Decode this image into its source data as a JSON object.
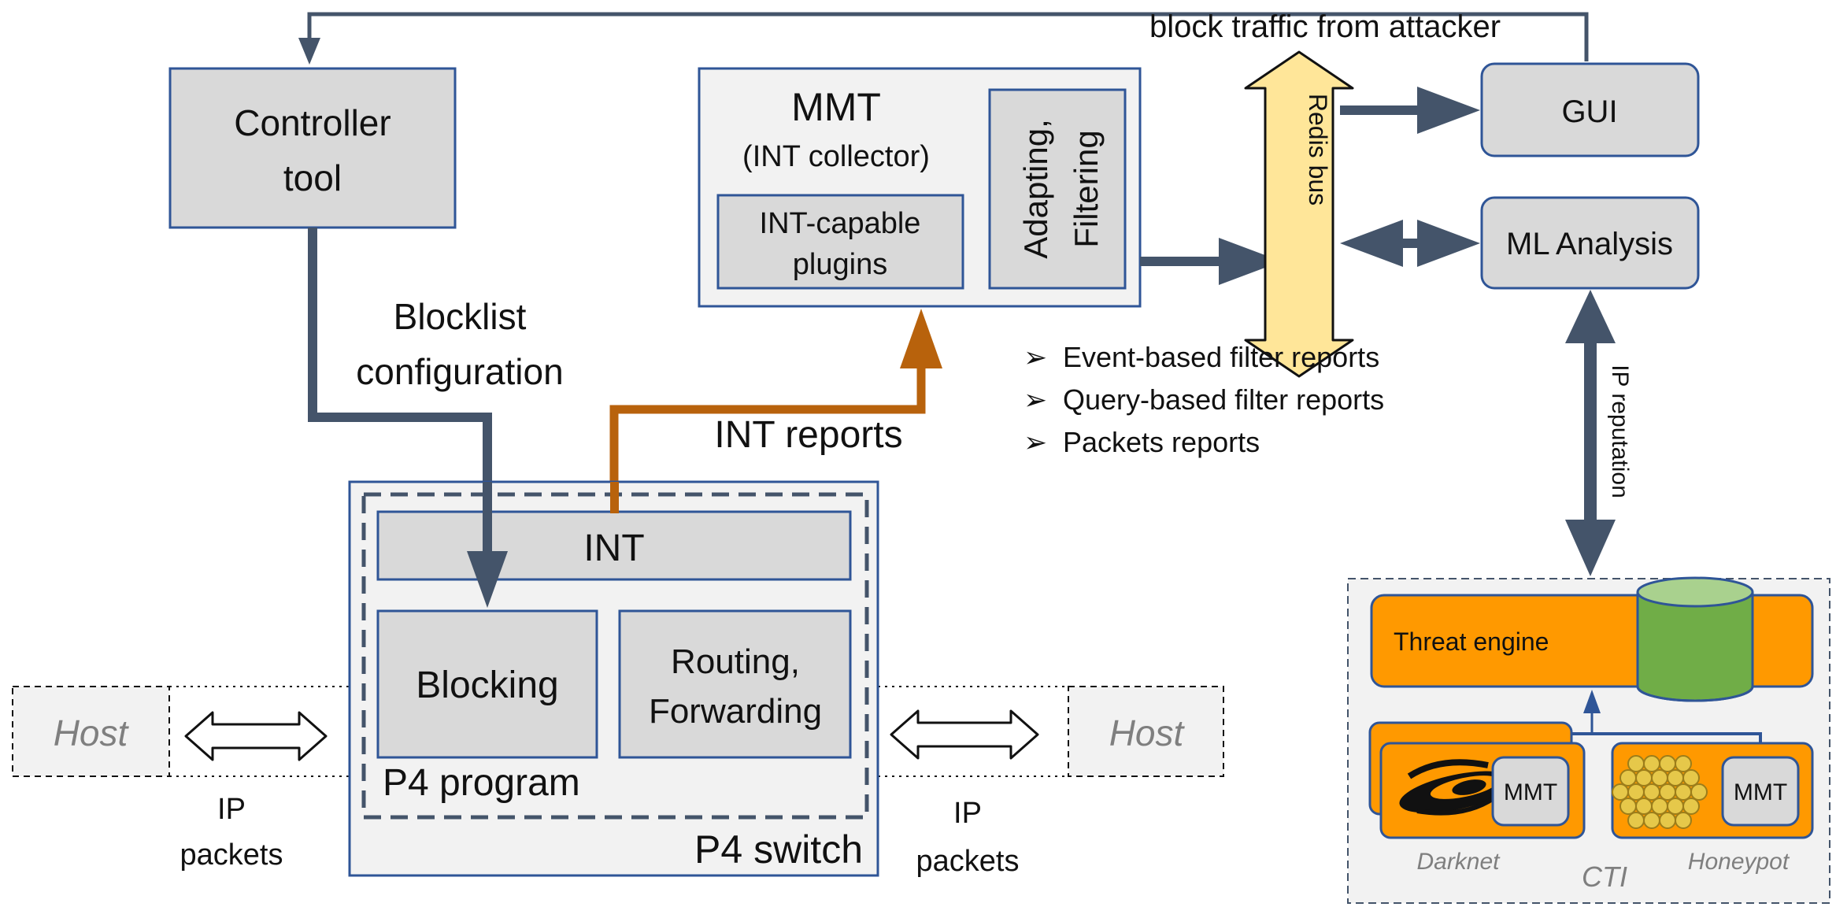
{
  "top_feedback": {
    "label": "block traffic from attacker"
  },
  "controller": {
    "line1": "Controller",
    "line2": "tool"
  },
  "blocklist": {
    "line1": "Blocklist",
    "line2": "configuration"
  },
  "mmt": {
    "title": "MMT",
    "subtitle": "(INT collector)",
    "plugins_line1": "INT-capable",
    "plugins_line2": "plugins",
    "adapting_line1": "Adapting,",
    "adapting_line2": "Filtering"
  },
  "redis": {
    "label": "Redis bus"
  },
  "gui": {
    "label": "GUI"
  },
  "ml": {
    "label": "ML Analysis"
  },
  "reports": {
    "bullet": "➢",
    "items": [
      "Event-based filter reports",
      "Query-based filter reports",
      "Packets reports"
    ]
  },
  "int_reports": {
    "label": "INT reports"
  },
  "ip_reputation": {
    "label": "IP reputation"
  },
  "switch": {
    "int": "INT",
    "blocking": "Blocking",
    "routing_line1": "Routing,",
    "routing_line2": "Forwarding",
    "p4_program": "P4 program",
    "p4_switch": "P4 switch"
  },
  "hosts": {
    "left": "Host",
    "right": "Host",
    "left_pkts_line1": "IP",
    "left_pkts_line2": "packets",
    "right_pkts_line1": "IP",
    "right_pkts_line2": "packets"
  },
  "cti": {
    "threat_engine": "Threat engine",
    "darknet_mmt": "MMT",
    "honeypot_mmt": "MMT",
    "darknet": "Darknet",
    "honeypot": "Honeypot",
    "label": "CTI"
  },
  "colors": {
    "navy": "#44546a",
    "box_border": "#2f5597",
    "box_fill": "#d9d9d9",
    "panel_fill": "#f2f2f2",
    "orange": "#ff9900",
    "int_arrow": "#b8620c",
    "redis": "#ffe699",
    "db_green": "#70ad47"
  }
}
